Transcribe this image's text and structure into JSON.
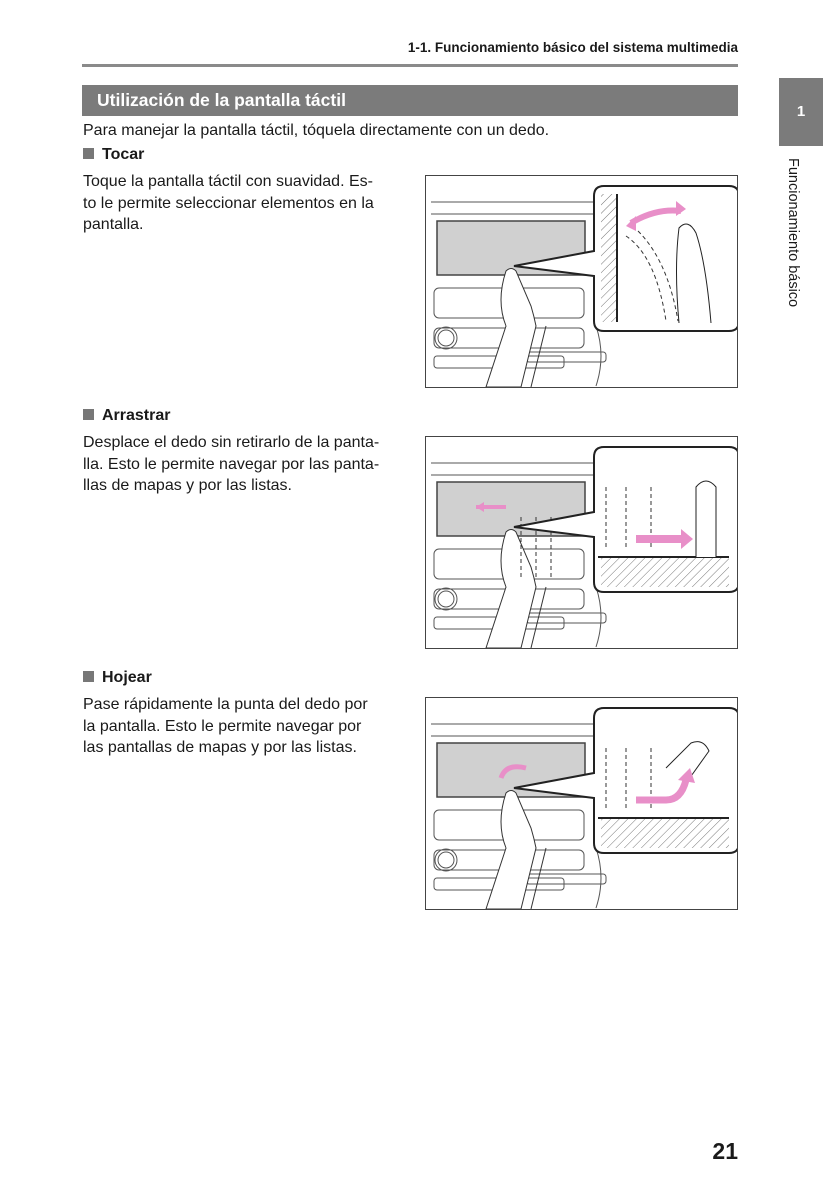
{
  "header": {
    "running_head": "1-1. Funcionamiento básico del sistema multimedia"
  },
  "section": {
    "title": "Utilización de la pantalla táctil"
  },
  "side_tab": {
    "number": "1",
    "label": "Funcionamiento básico"
  },
  "intro": "Para manejar la pantalla táctil, tóquela directamente con un dedo.",
  "items": [
    {
      "title": "Tocar",
      "lines": [
        "Toque la pantalla táctil con suavidad. Es-",
        "to le permite seleccionar elementos en la",
        "pantalla."
      ]
    },
    {
      "title": "Arrastrar",
      "lines": [
        "Desplace el dedo sin retirarlo de la panta-",
        "lla. Esto le permite navegar por las panta-",
        "llas de mapas y por las listas."
      ]
    },
    {
      "title": "Hojear",
      "lines": [
        "Pase rápidamente la punta del dedo por",
        "la pantalla. Esto le permite navegar por",
        "las pantallas de mapas y por las listas."
      ]
    }
  ],
  "page_number": "21",
  "colors": {
    "gray_bar": "#7b7b7b",
    "arrow_pink": "#e88fc8",
    "screen_gray": "#d0d0d0"
  }
}
